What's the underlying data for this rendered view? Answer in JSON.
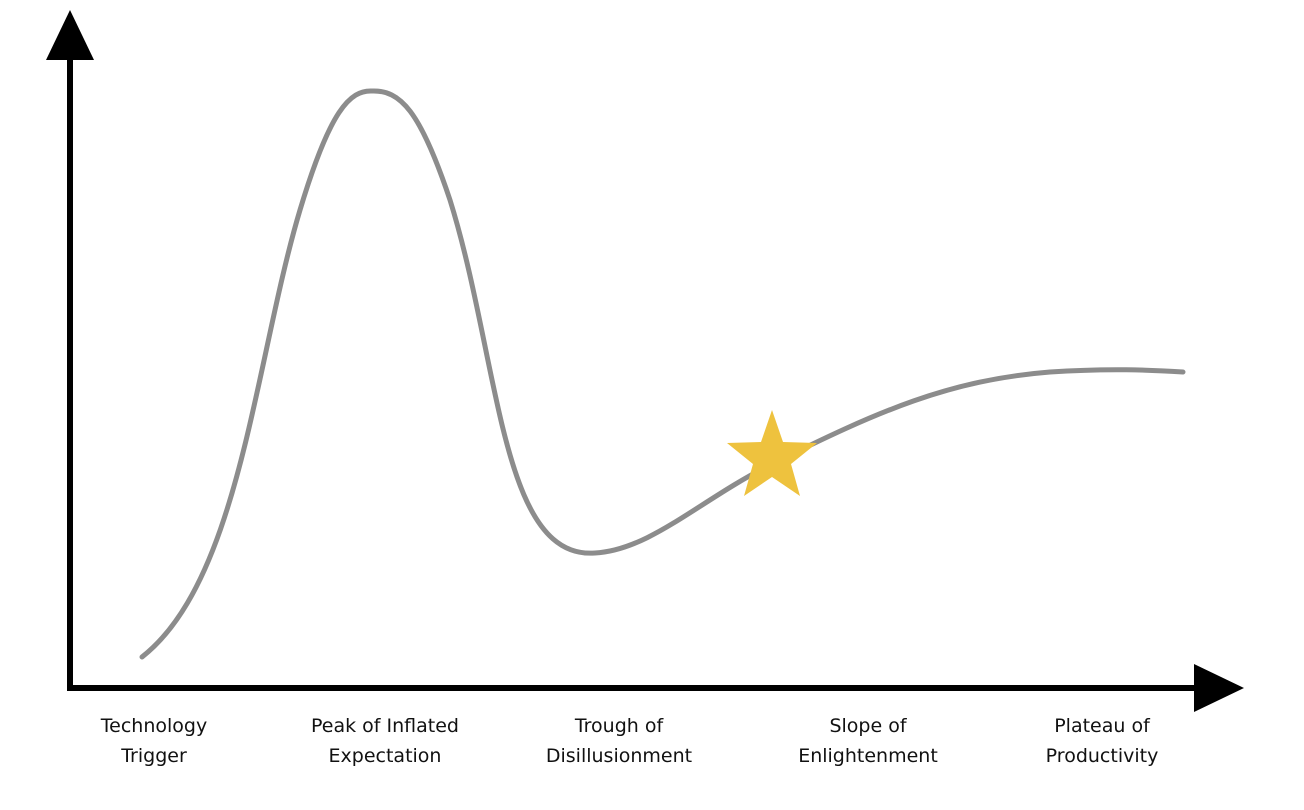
{
  "diagram": {
    "phases": [
      {
        "line1": "Technology",
        "line2": "Trigger"
      },
      {
        "line1": "Peak of Inflated",
        "line2": "Expectation"
      },
      {
        "line1": "Trough of",
        "line2": "Disillusionment"
      },
      {
        "line1": "Slope of",
        "line2": "Enlightenment"
      },
      {
        "line1": "Plateau of",
        "line2": "Productivity"
      }
    ],
    "marker": {
      "shape": "star",
      "phase": "Slope of Enlightenment"
    }
  },
  "colors": {
    "axis": "#000000",
    "curve": "#8c8c8c",
    "star": "#eec23e",
    "label": "#111111"
  }
}
